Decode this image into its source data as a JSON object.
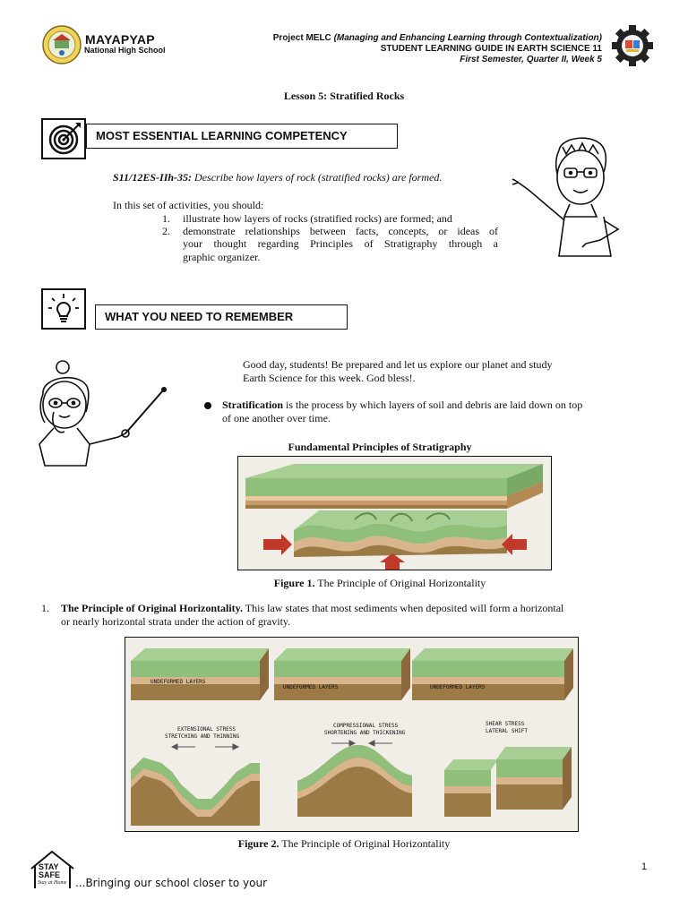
{
  "header": {
    "school_name": "MAYAPYAP",
    "school_sub": "National High School",
    "project_label": "Project MELC",
    "project_desc": "(Managing and Enhancing Learning through Contextualization)",
    "guide_title": "STUDENT LEARNING GUIDE IN EARTH SCIENCE 11",
    "semester": "First Semester, Quarter II, Week 5"
  },
  "lesson_title": "Lesson 5: Stratified Rocks",
  "competency": {
    "heading": "MOST ESSENTIAL LEARNING COMPETENCY",
    "code": "S11/12ES-IIh-35:",
    "description": "Describe how layers of rock (stratified rocks) are formed.",
    "intro": "In this set of activities, you should:",
    "items": [
      {
        "num": "1.",
        "text": "illustrate how layers of rocks (stratified rocks) are formed; and"
      },
      {
        "num": "2.",
        "line1": "demonstrate relationships between facts, concepts, or ideas of",
        "line2": "your thought regarding Principles of Stratigraphy through a",
        "line3": "graphic organizer."
      }
    ]
  },
  "remember": {
    "heading": "WHAT YOU NEED TO REMEMBER",
    "greeting_line1": "Good day, students! Be prepared and let us explore our planet and study",
    "greeting_line2": "Earth Science for this week. God bless!.",
    "stratification_term": "Stratification",
    "stratification_rest1": " is the process by which layers of soil and debris are laid down on top",
    "stratification_rest2": "of one another over time.",
    "principles_title": "Fundamental Principles of Stratigraphy"
  },
  "figure1": {
    "label": "Figure 1.",
    "caption": " The Principle of Original Horizontality"
  },
  "principle1": {
    "num": "1.",
    "title": "The Principle of Original Horizontality.",
    "text1": " This law states that most sediments when deposited will form a horizontal",
    "text2": "or nearly horizontal strata under the action of gravity."
  },
  "figure2": {
    "label": "Figure 2.",
    "caption": " The Principle of Original Horizontality",
    "labels": {
      "undeformed": "UNDEFORMED LAYERS",
      "ext1": "EXTENSIONAL STRESS",
      "ext2": "STRETCHING AND THINNING",
      "comp1": "COMPRESSIONAL STRESS",
      "comp2": "SHORTENING AND THICKENING",
      "shear1": "SHEAR STRESS",
      "shear2": "LATERAL SHIFT"
    }
  },
  "footer": {
    "stay": "STAY",
    "safe": "SAFE",
    "home": "Stay at Home",
    "tagline": "...Bringing our school closer to your",
    "page_number": "1"
  },
  "colors": {
    "layer_green": "#8fbf7a",
    "layer_tan": "#d8b58a",
    "layer_brown": "#9c7a45",
    "arrow_red": "#c0392b"
  }
}
